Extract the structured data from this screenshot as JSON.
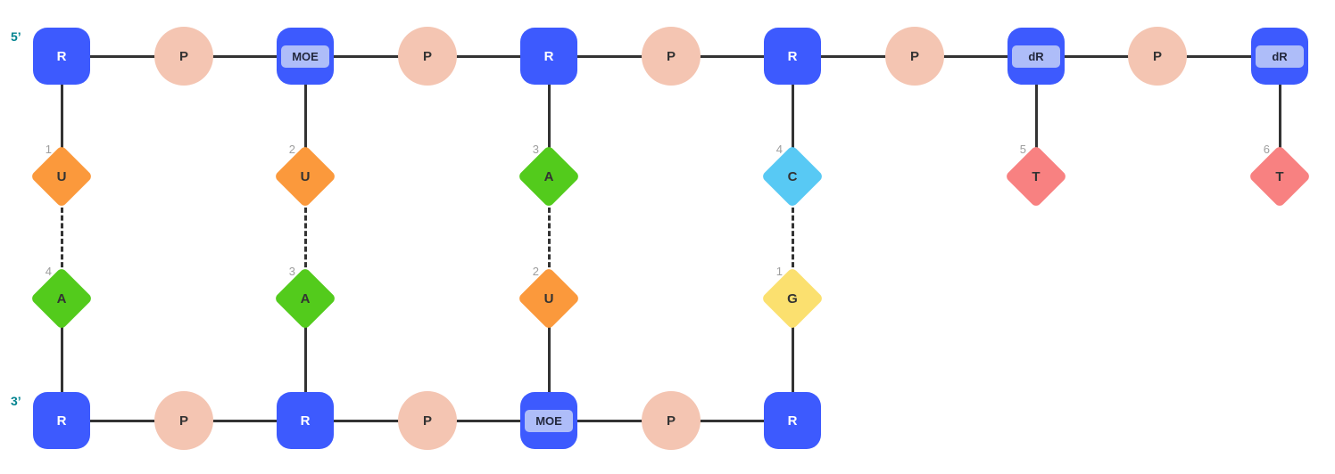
{
  "diagram": {
    "labels": {
      "five_prime": "5’",
      "three_prime": "3’"
    },
    "colors": {
      "sugar_fill": "#3D5AFE",
      "sugar_text": "#FFFFFF",
      "pill_fill": "#AEBDF9",
      "pill_text": "#23283D",
      "phosphate_fill": "#F4C5B2",
      "node_text_dark": "#333333",
      "line": "#333333",
      "terminal_label": "#00838F",
      "base_number": "#9E9E9E",
      "base_u": "#FB993C",
      "base_a": "#53CB1C",
      "base_c": "#58C9F4",
      "base_g": "#FBE06F",
      "base_t": "#F88181"
    },
    "layout": {
      "column_x": [
        69,
        206,
        342,
        479,
        615,
        752,
        888,
        1025,
        1161,
        1297,
        1434
      ],
      "row_y": [
        63,
        198,
        335,
        472
      ]
    },
    "top_strand": [
      {
        "kind": "sugar",
        "label": "R",
        "col": 0
      },
      {
        "kind": "phosphate",
        "label": "P",
        "col": 1
      },
      {
        "kind": "sugar-mod",
        "label": "MOE",
        "col": 2
      },
      {
        "kind": "phosphate",
        "label": "P",
        "col": 3
      },
      {
        "kind": "sugar",
        "label": "R",
        "col": 4
      },
      {
        "kind": "phosphate",
        "label": "P",
        "col": 5
      },
      {
        "kind": "sugar",
        "label": "R",
        "col": 6
      },
      {
        "kind": "phosphate",
        "label": "P",
        "col": 7
      },
      {
        "kind": "sugar-mod",
        "label": "dR",
        "col": 8
      },
      {
        "kind": "phosphate",
        "label": "P",
        "col": 9
      },
      {
        "kind": "sugar-mod",
        "label": "dR",
        "col": 10
      }
    ],
    "top_bases": [
      {
        "label": "U",
        "num": "1",
        "color_key": "base_u",
        "col": 0
      },
      {
        "label": "U",
        "num": "2",
        "color_key": "base_u",
        "col": 2
      },
      {
        "label": "A",
        "num": "3",
        "color_key": "base_a",
        "col": 4
      },
      {
        "label": "C",
        "num": "4",
        "color_key": "base_c",
        "col": 6
      },
      {
        "label": "T",
        "num": "5",
        "color_key": "base_t",
        "col": 8
      },
      {
        "label": "T",
        "num": "6",
        "color_key": "base_t",
        "col": 10
      }
    ],
    "bottom_bases": [
      {
        "label": "A",
        "num": "4",
        "color_key": "base_a",
        "col": 0
      },
      {
        "label": "A",
        "num": "3",
        "color_key": "base_a",
        "col": 2
      },
      {
        "label": "U",
        "num": "2",
        "color_key": "base_u",
        "col": 4
      },
      {
        "label": "G",
        "num": "1",
        "color_key": "base_g",
        "col": 6
      }
    ],
    "bottom_strand": [
      {
        "kind": "sugar",
        "label": "R",
        "col": 0
      },
      {
        "kind": "phosphate",
        "label": "P",
        "col": 1
      },
      {
        "kind": "sugar",
        "label": "R",
        "col": 2
      },
      {
        "kind": "phosphate",
        "label": "P",
        "col": 3
      },
      {
        "kind": "sugar-mod",
        "label": "MOE",
        "col": 4
      },
      {
        "kind": "phosphate",
        "label": "P",
        "col": 5
      },
      {
        "kind": "sugar",
        "label": "R",
        "col": 6
      }
    ],
    "connections": {
      "backbone": [
        {
          "row": 0,
          "from_col": 0,
          "to_col": 10
        },
        {
          "row": 3,
          "from_col": 0,
          "to_col": 6
        }
      ],
      "vertical": [
        {
          "col": 0,
          "from_row": 0,
          "to_row": 1,
          "dashed": false
        },
        {
          "col": 2,
          "from_row": 0,
          "to_row": 1,
          "dashed": false
        },
        {
          "col": 4,
          "from_row": 0,
          "to_row": 1,
          "dashed": false
        },
        {
          "col": 6,
          "from_row": 0,
          "to_row": 1,
          "dashed": false
        },
        {
          "col": 8,
          "from_row": 0,
          "to_row": 1,
          "dashed": false
        },
        {
          "col": 10,
          "from_row": 0,
          "to_row": 1,
          "dashed": false
        },
        {
          "col": 0,
          "from_row": 1,
          "to_row": 2,
          "dashed": true
        },
        {
          "col": 2,
          "from_row": 1,
          "to_row": 2,
          "dashed": true
        },
        {
          "col": 4,
          "from_row": 1,
          "to_row": 2,
          "dashed": true
        },
        {
          "col": 6,
          "from_row": 1,
          "to_row": 2,
          "dashed": true
        },
        {
          "col": 0,
          "from_row": 2,
          "to_row": 3,
          "dashed": false
        },
        {
          "col": 2,
          "from_row": 2,
          "to_row": 3,
          "dashed": false
        },
        {
          "col": 4,
          "from_row": 2,
          "to_row": 3,
          "dashed": false
        },
        {
          "col": 6,
          "from_row": 2,
          "to_row": 3,
          "dashed": false
        }
      ]
    }
  }
}
